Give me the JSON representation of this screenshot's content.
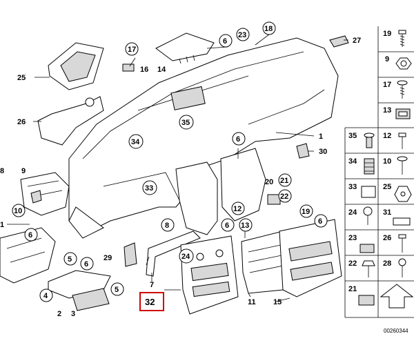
{
  "callouts": {
    "c17": "17",
    "c16": "16",
    "c14": "14",
    "c6a": "6",
    "c23": "23",
    "c18": "18",
    "c27": "27",
    "c25": "25",
    "c26": "26",
    "c35": "35",
    "c34": "34",
    "c1": "1",
    "c6b": "6",
    "c30": "30",
    "c8a": "8",
    "c9": "9",
    "c10": "10",
    "c33": "33",
    "c20": "20",
    "c21": "21",
    "c22": "22",
    "c1b": "1",
    "c6c": "6",
    "c12": "12",
    "c19": "19",
    "c6d": "6",
    "c8b": "8",
    "c6e": "6",
    "c13": "13",
    "c5a": "5",
    "c6f": "6",
    "c29": "29",
    "c24": "24",
    "c5b": "5",
    "c4": "4",
    "c2": "2",
    "c3": "3",
    "c7": "7",
    "c32": "32",
    "c11": "11",
    "c15": "15"
  },
  "legend": {
    "items": [
      "19",
      "9",
      "17",
      "13",
      "35",
      "12",
      "34",
      "10",
      "33",
      "25",
      "24",
      "31",
      "23",
      "26",
      "22",
      "28",
      "21"
    ]
  },
  "ref_number": "00260344",
  "highlight": {
    "label": "32",
    "color": "#d00000"
  }
}
